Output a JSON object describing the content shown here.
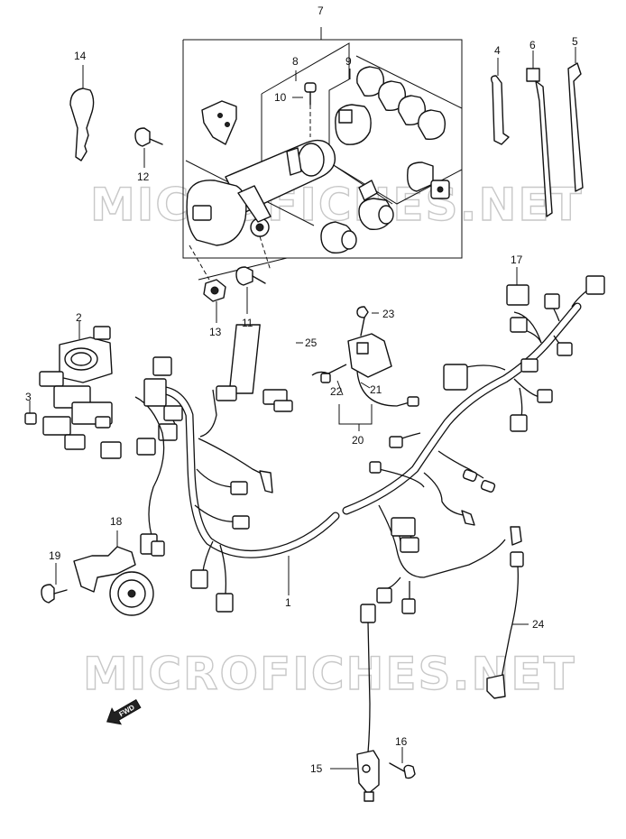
{
  "watermark": "MICROFICHES.NET",
  "direction_label": "FWD",
  "callouts": [
    "1",
    "2",
    "3",
    "4",
    "5",
    "6",
    "7",
    "8",
    "9",
    "10",
    "11",
    "12",
    "13",
    "14",
    "15",
    "16",
    "17",
    "18",
    "19",
    "20",
    "21",
    "22",
    "23",
    "24",
    "25"
  ]
}
